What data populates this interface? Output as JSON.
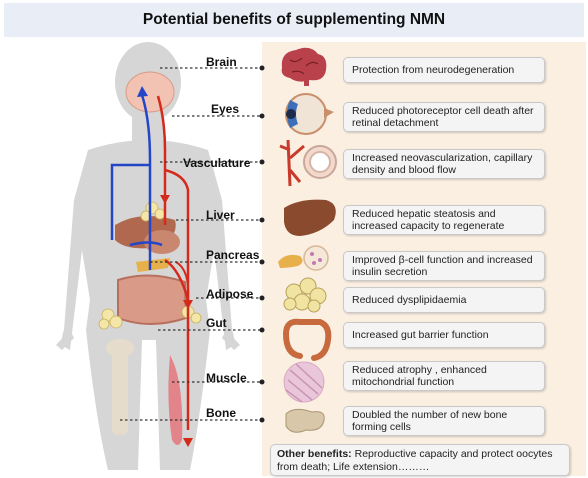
{
  "title": "Potential benefits of supplementing NMN",
  "organs": [
    {
      "label": "Brain",
      "icon": "brain-icon",
      "benefit": "Protection from neurodegeneration"
    },
    {
      "label": "Eyes",
      "icon": "eye-icon",
      "benefit": "Reduced photoreceptor cell death after retinal detachment"
    },
    {
      "label": "Vasculature",
      "icon": "vessel-icon",
      "benefit": "Increased neovascularization, capillary density and blood flow"
    },
    {
      "label": "Liver",
      "icon": "liver-icon",
      "benefit": "Reduced hepatic steatosis and increased capacity to regenerate"
    },
    {
      "label": "Pancreas",
      "icon": "pancreas-icon",
      "benefit": "Improved β-cell function and increased insulin secretion"
    },
    {
      "label": "Adipose",
      "icon": "adipose-icon",
      "benefit": "Reduced dysplipidaemia"
    },
    {
      "label": "Gut",
      "icon": "intestine-icon",
      "benefit": "Increased gut barrier function"
    },
    {
      "label": "Muscle",
      "icon": "muscle-icon",
      "benefit": "Reduced atrophy , enhanced mitochondrial function"
    },
    {
      "label": "Bone",
      "icon": "bone-icon",
      "benefit": "Doubled the number of new bone forming cells"
    }
  ],
  "other_benefits": {
    "label": "Other benefits:",
    "text": " Reproductive capacity and protect oocytes from death; Life extension………"
  },
  "colors": {
    "title_bg": "#e8edf6",
    "panel_bg": "#fbefe1",
    "artery": "#d42a1c",
    "vein": "#2545c8",
    "body": "#d6d6d6"
  }
}
